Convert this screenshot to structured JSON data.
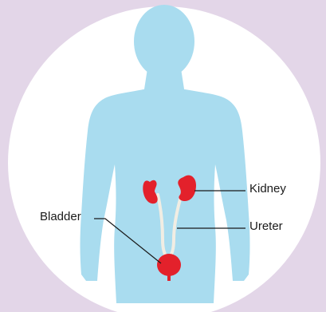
{
  "colors": {
    "background": "#e3d6e8",
    "circle": "#ffffff",
    "body": "#a9dcef",
    "organ": "#e3212b",
    "ureter": "#f1ede3",
    "leader_line": "#1a1a1a",
    "text": "#1a1a1a"
  },
  "labels": {
    "kidney": "Kidney",
    "ureter": "Ureter",
    "bladder": "Bladder"
  }
}
